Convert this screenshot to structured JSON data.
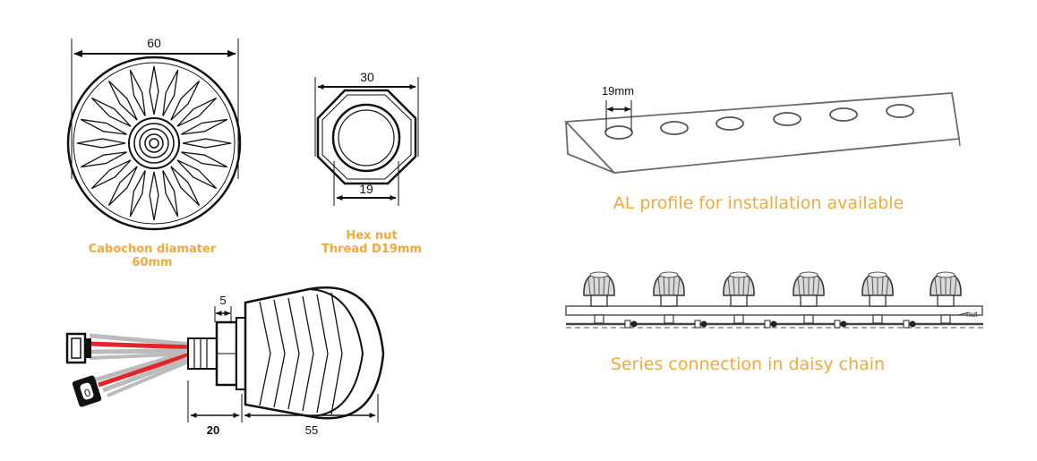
{
  "colors": {
    "accent": "#f2a93b",
    "line": "#111111",
    "wire_red": "#e0262a",
    "profile_line": "#6a6a6a"
  },
  "cabochon": {
    "dimension": "60",
    "caption_line1": "Cabochon diamater",
    "caption_line2": "60mm"
  },
  "hexnut": {
    "dimension_top": "30",
    "dimension_bottom": "19",
    "caption_line1": "Hex nut",
    "caption_line2": "Thread D19mm"
  },
  "side_view": {
    "dim_top": "5",
    "dim_left": "20",
    "dim_right": "55",
    "connector_char": "0"
  },
  "profile": {
    "dimension": "19mm",
    "caption": "AL profile for installation available"
  },
  "daisy": {
    "nut_label": "nut",
    "caption": "Series connection in daisy chain"
  },
  "icons": [
    "cabochon-top-view-icon",
    "hex-nut-icon",
    "bulb-side-view-icon",
    "al-profile-icon",
    "daisy-chain-icon"
  ]
}
